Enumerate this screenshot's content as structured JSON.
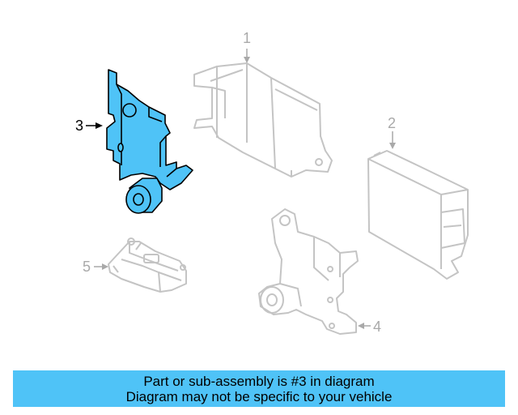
{
  "callouts": {
    "part_1": "1",
    "part_2": "2",
    "part_3": "3",
    "part_4": "4",
    "part_5": "5"
  },
  "banner": {
    "line1": "Part or sub-assembly is #3 in diagram",
    "line2": "Diagram may not be specific to your vehicle"
  },
  "colors": {
    "highlight": "#4fc3f7",
    "outline": "#c4c4c4",
    "banner_bg": "#4fc3f7"
  }
}
